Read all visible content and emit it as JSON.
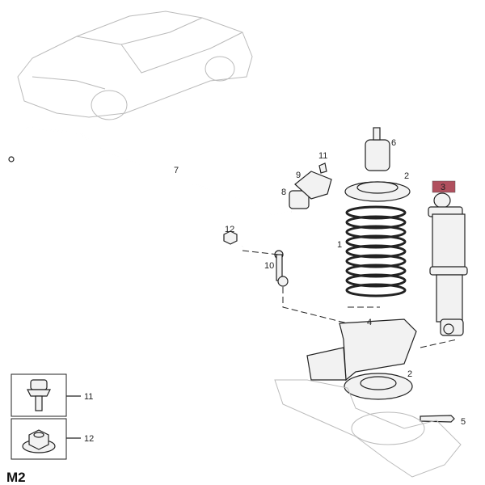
{
  "diagram_id": "M2",
  "callouts": {
    "p7": "7",
    "p11": "11",
    "p6": "6",
    "p9": "9",
    "p2a": "2",
    "p3": "3",
    "p8": "8",
    "p12": "12",
    "p1": "1",
    "p10": "10",
    "p4": "4",
    "p2b": "2",
    "p5": "5"
  },
  "legend": [
    {
      "label": "11"
    },
    {
      "label": "12"
    }
  ],
  "colors": {
    "highlight": "#b0505e",
    "line": "#222222",
    "ghost": "#bbbbbb"
  }
}
